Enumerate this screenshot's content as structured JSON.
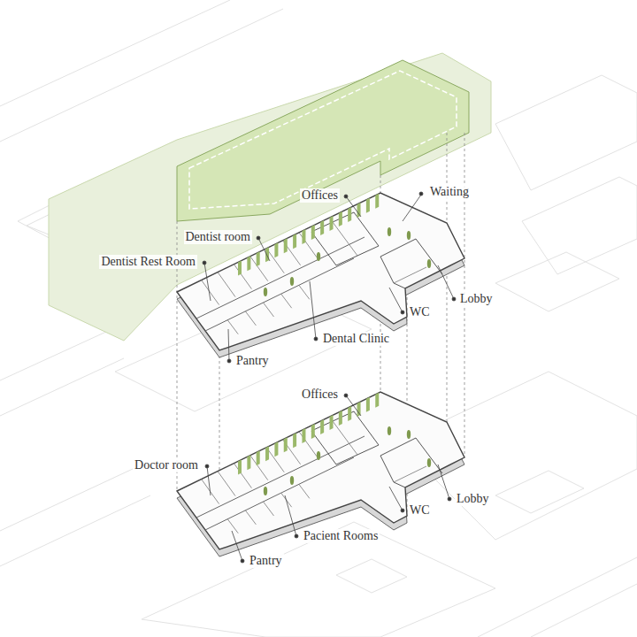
{
  "diagram": {
    "labels": [
      "Waiting",
      "Offices",
      "Dentist room",
      "Dentist Rest Room",
      "Lobby",
      "WC",
      "Dental Clinic",
      "Pantry",
      "Offices",
      "Doctor room",
      "Lobby",
      "WC",
      "Pacient Rooms",
      "Pantry"
    ]
  }
}
